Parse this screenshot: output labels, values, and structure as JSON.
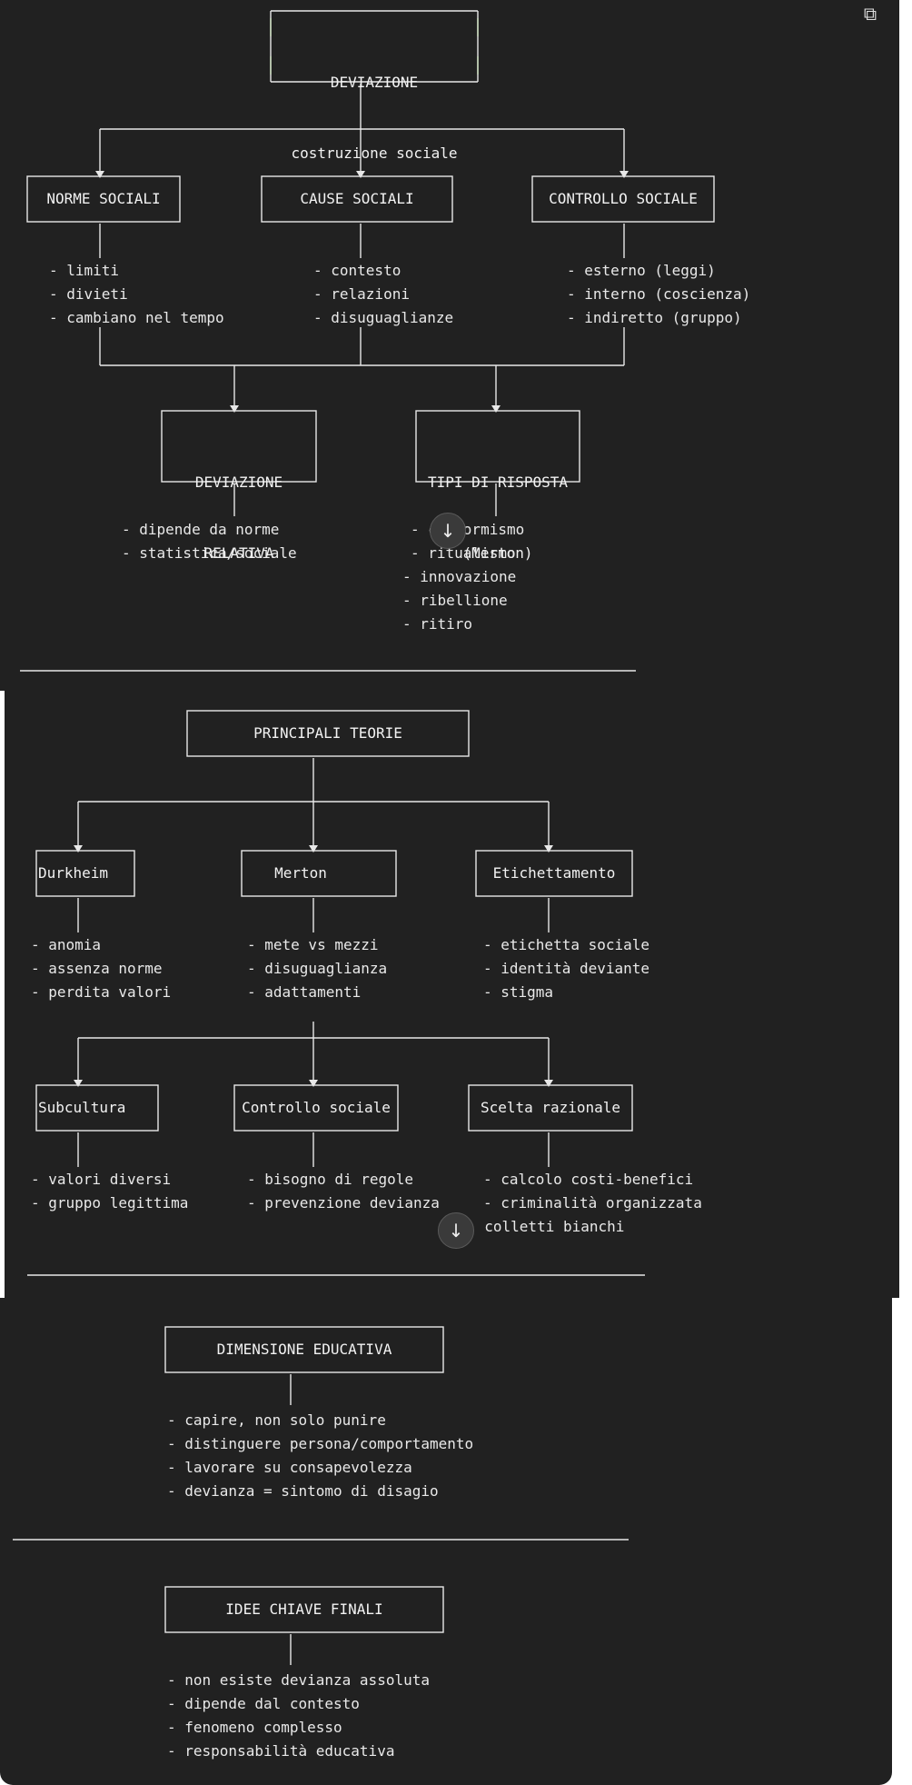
{
  "copy_icon": "copy-icon",
  "scroll_icon": "arrow-down-icon",
  "root": {
    "line1": "DEVIAZIONE",
    "line2": "costruzione sociale"
  },
  "norme": {
    "title": "NORME SOCIALI",
    "items": [
      "- limiti",
      "- divieti",
      "- cambiano nel tempo"
    ]
  },
  "cause": {
    "title": "CAUSE SOCIALI",
    "items": [
      "- contesto",
      "- relazioni",
      "- disuguaglianze"
    ]
  },
  "controllo": {
    "title": "CONTROLLO SOCIALE",
    "items": [
      "- esterno (leggi)",
      "- interno (coscienza)",
      "- indiretto (gruppo)"
    ]
  },
  "relativa": {
    "line1": "DEVIAZIONE",
    "line2": "RELATIVA",
    "items": [
      "- dipende da norme",
      "- statistica/sociale"
    ]
  },
  "risposta": {
    "line1": "TIPI DI RISPOSTA",
    "line2": "(Merton)",
    "items": [
      "- conformismo",
      "- ritualismo",
      "- innovazione",
      "- ribellione",
      "- ritiro"
    ]
  },
  "teorie": {
    "title": "PRINCIPALI TEORIE"
  },
  "durkheim": {
    "title": "Durkheim",
    "items": [
      "- anomia",
      "- assenza norme",
      "- perdita valori"
    ]
  },
  "merton": {
    "title": "Merton",
    "items": [
      "- mete vs mezzi",
      "- disuguaglianza",
      "- adattamenti"
    ]
  },
  "etichettamento": {
    "title": "Etichettamento",
    "items": [
      "- etichetta sociale",
      "- identità deviante",
      "- stigma"
    ]
  },
  "subcultura": {
    "title": "Subcultura",
    "items": [
      "- valori diversi",
      "- gruppo legittima"
    ]
  },
  "controllo2": {
    "title": "Controllo sociale",
    "items": [
      "- bisogno di regole",
      "- prevenzione devianza"
    ]
  },
  "scelta": {
    "title": "Scelta razionale",
    "items": [
      "- calcolo costi-benefici",
      "- criminalità organizzata",
      "- colletti bianchi"
    ]
  },
  "educativa": {
    "title": "DIMENSIONE EDUCATIVA",
    "items": [
      "- capire, non solo punire",
      "- distinguere persona/comportamento",
      "- lavorare su consapevolezza",
      "- devianza = sintomo di disagio"
    ]
  },
  "idee": {
    "title": "IDEE CHIAVE FINALI",
    "items": [
      "- non esiste devianza assoluta",
      "- dipende dal contesto",
      "- fenomeno complesso",
      "- responsabilità educativa"
    ]
  }
}
